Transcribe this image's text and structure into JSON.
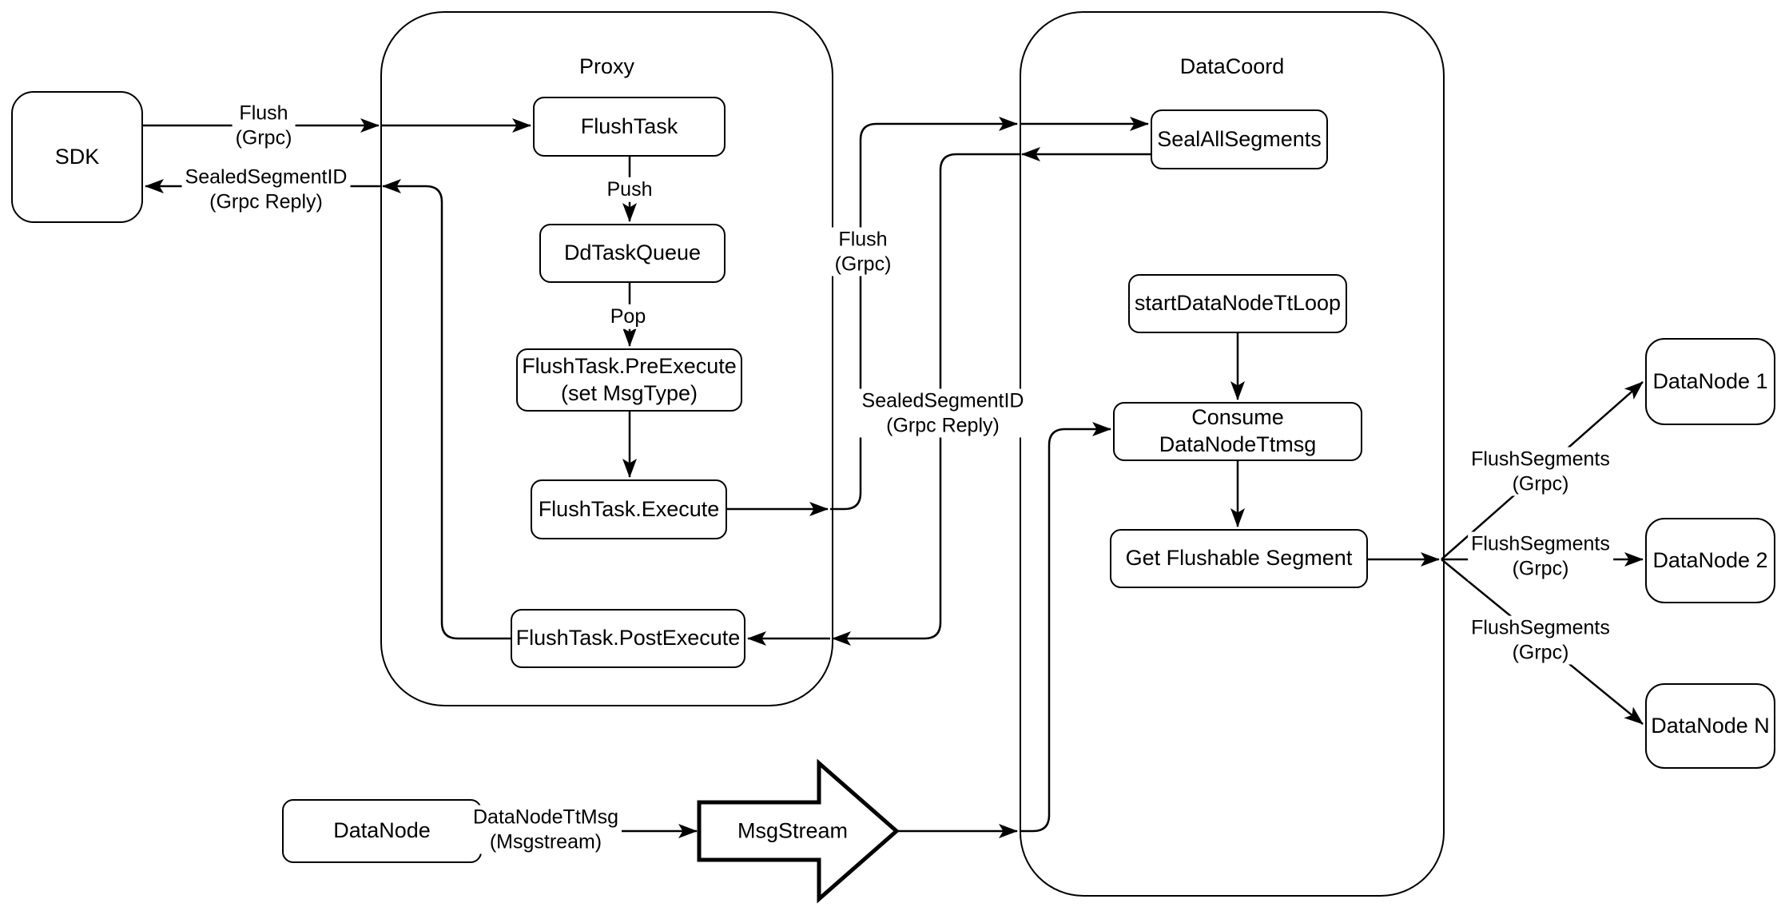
{
  "colors": {
    "stroke": "#000000",
    "background": "#ffffff"
  },
  "containers": {
    "proxy": {
      "title": "Proxy"
    },
    "datacoord": {
      "title": "DataCoord"
    }
  },
  "nodes": {
    "sdk": {
      "label": "SDK"
    },
    "flush_task": {
      "label": "FlushTask"
    },
    "dd_task_queue": {
      "label": "DdTaskQueue"
    },
    "pre_execute": {
      "line1": "FlushTask.PreExecute",
      "line2": "(set MsgType)"
    },
    "execute": {
      "label": "FlushTask.Execute"
    },
    "post_execute": {
      "label": "FlushTask.PostExecute"
    },
    "seal_all_segments": {
      "label": "SealAllSegments"
    },
    "start_data_node_tt_loop": {
      "label": "startDataNodeTtLoop"
    },
    "consume_data_node_ttmsg": {
      "label": "Consume DataNodeTtmsg"
    },
    "get_flushable_segment": {
      "label": "Get Flushable Segment"
    },
    "data_node_1": {
      "label": "DataNode 1"
    },
    "data_node_2": {
      "label": "DataNode 2"
    },
    "data_node_n": {
      "label": "DataNode N"
    },
    "data_node": {
      "label": "DataNode"
    },
    "msg_stream": {
      "label": "MsgStream"
    }
  },
  "edge_labels": {
    "flush_sdk": {
      "line1": "Flush",
      "line2": "(Grpc)"
    },
    "reply_sdk": {
      "line1": "SealedSegmentID",
      "line2": "(Grpc Reply)"
    },
    "push": {
      "line1": "Push"
    },
    "pop": {
      "line1": "Pop"
    },
    "flush_proxy": {
      "line1": "Flush",
      "line2": "(Grpc)"
    },
    "reply_datacoord": {
      "line1": "SealedSegmentID",
      "line2": "(Grpc Reply)"
    },
    "flush_segments_1": {
      "line1": "FlushSegments",
      "line2": "(Grpc)"
    },
    "flush_segments_2": {
      "line1": "FlushSegments",
      "line2": "(Grpc)"
    },
    "flush_segments_3": {
      "line1": "FlushSegments",
      "line2": "(Grpc)"
    },
    "data_node_tt_msg": {
      "line1": "DataNodeTtMsg",
      "line2": "(Msgstream)"
    }
  }
}
